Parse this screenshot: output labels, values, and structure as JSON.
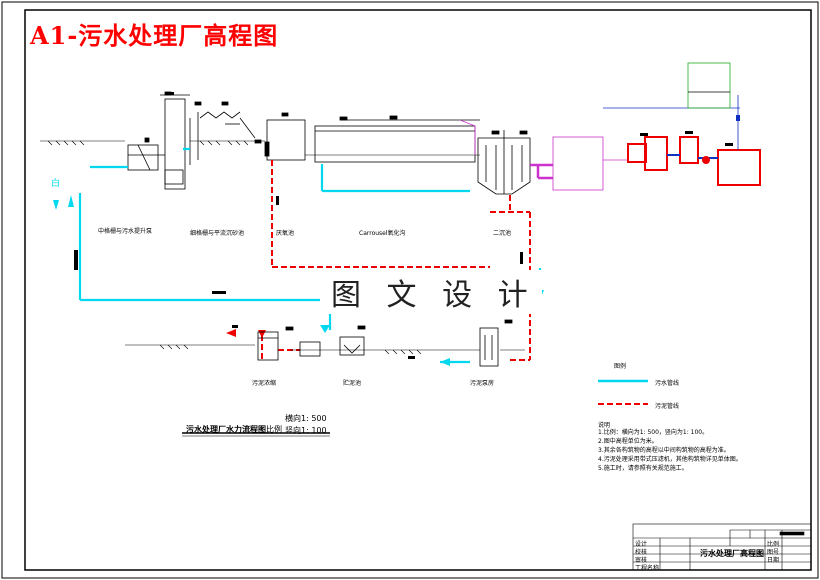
{
  "drawing_title": "A1-污水处理厂高程图",
  "watermark": "图 文 设 计",
  "units": {
    "u1": "中格栅与污水提升泵",
    "u2": "细格栅与平流沉砂池",
    "u3": "厌氧池",
    "u4": "Carrousel氧化沟",
    "u5": "二沉池"
  },
  "sludge_units": {
    "s1": "污泥浓缩",
    "s2": "贮泥池",
    "s3": "污泥泵房"
  },
  "hydraulic_title": "污水处理厂水力流程图",
  "scale": {
    "label": "比例",
    "h": "横向1: 500",
    "v": "竖向1: 100"
  },
  "legend": {
    "header": "图例",
    "water_line": "污水管线",
    "sludge_line": "污泥管线",
    "notes_header": "说明"
  },
  "notes": [
    "1.比例：横向为1: 500，竖向为1: 100。",
    "2.图中高程单位为米。",
    "3.其余各构筑物的高程以中间构筑物的高程为准。",
    "4.污泥处理采用带式压滤机，其他构筑物详见单体图。",
    "5.施工时，请参照有关规范施工。"
  ],
  "titleblock": {
    "drawing_name": "污水处理厂高程图",
    "rows": [
      "设计",
      "校核",
      "审核",
      "工程名称"
    ],
    "cols": [
      "比例",
      "图号",
      "日期"
    ]
  },
  "colors": {
    "water": "#00d8f0",
    "sludge": "#ee0000",
    "frame": "#000000",
    "magenta": "#cc33cc",
    "blue": "#1030c0",
    "green": "#22aa22"
  }
}
